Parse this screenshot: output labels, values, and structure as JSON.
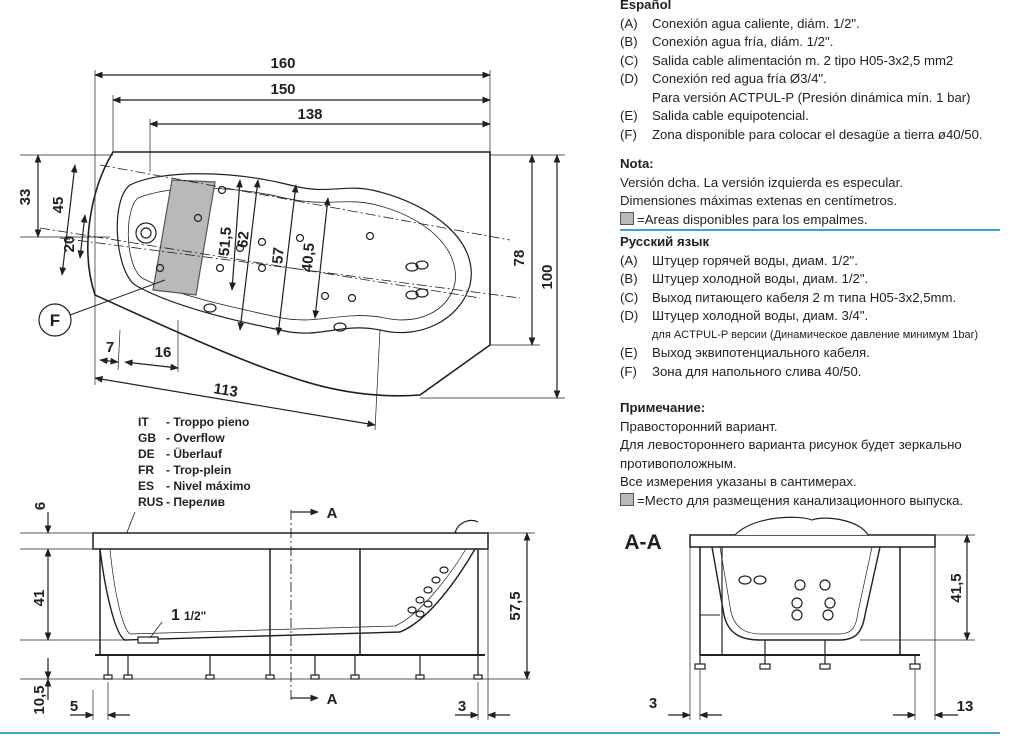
{
  "colors": {
    "accent_rule": "#3aa3d6",
    "area_fill": "#b9b9b9",
    "line": "#231f20"
  },
  "top_view": {
    "dims": {
      "w160": "160",
      "w150": "150",
      "w138": "138",
      "h33": "33",
      "h45": "45",
      "h20": "20",
      "d51_5": "51,5",
      "d62": "62",
      "d57": "57",
      "d40_5": "40,5",
      "h78": "78",
      "h100": "100",
      "d7": "7",
      "d16": "16",
      "d113": "113"
    },
    "callout_f": "F"
  },
  "overflow_legend": [
    {
      "code": "IT",
      "text": "- Troppo pieno"
    },
    {
      "code": "GB",
      "text": "- Overflow"
    },
    {
      "code": "DE",
      "text": "- Überlauf"
    },
    {
      "code": "FR",
      "text": "- Trop-plein"
    },
    {
      "code": "ES",
      "text": "- Nivel máximo"
    },
    {
      "code": "RUS",
      "text": "- Перелив"
    }
  ],
  "side_view": {
    "dims": {
      "h6": "6",
      "h41": "41",
      "h10_5": "10,5",
      "h57_5": "57,5",
      "w5": "5",
      "w3": "3"
    },
    "pipe_label_1": "1",
    "pipe_label_2": "1/2\"",
    "section_marker": "A"
  },
  "section_view": {
    "title": "A-A",
    "dims": {
      "h41_5": "41,5",
      "w3": "3",
      "w13": "13"
    }
  },
  "spanish": {
    "heading": "Español",
    "items": [
      {
        "key": "(A)",
        "text": "Conexión agua caliente, diám. 1/2\"."
      },
      {
        "key": "(B)",
        "text": "Conexión agua fría, diám. 1/2\"."
      },
      {
        "key": "(C)",
        "text": "Salida cable alimentación m. 2 tipo H05-3x2,5 mm2"
      },
      {
        "key": "(D)",
        "text": "Conexión red agua fría Ø3/4\"."
      },
      {
        "key": "",
        "text": "Para versión ACTPUL-P (Presión dinámica mín. 1 bar)"
      },
      {
        "key": "(E)",
        "text": "Salida cable equipotencial."
      },
      {
        "key": "(F)",
        "text": "Zona disponible para colocar el desagüe a tierra ø40/50."
      }
    ],
    "nota_heading": "Nota:",
    "nota_lines": [
      "Versión dcha. La versión izquierda es especular.",
      "Dimensiones máximas extenas en centímetros."
    ],
    "areas_note": "=Areas disponibles para los empalmes."
  },
  "russian": {
    "heading": "Русский язык",
    "items": [
      {
        "key": "(A)",
        "text": "Штуцер горячей воды, диам. 1/2\"."
      },
      {
        "key": "(B)",
        "text": "Штуцер холодной воды, диам. 1/2\"."
      },
      {
        "key": "(C)",
        "text": "Выход питающего кабеля 2 m типа H05-3x2,5mm."
      },
      {
        "key": "(D)",
        "text": "Штуцер холодной воды, диам. 3/4\"."
      },
      {
        "key": "",
        "text": "для ACTPUL-P версии (Динамическое давление минимум 1bar)"
      },
      {
        "key": "(E)",
        "text": "Выход эквипотенциального кабеля."
      },
      {
        "key": "(F)",
        "text": "Зона для напольного слива 40/50."
      }
    ],
    "nota_heading": "Примечание:",
    "nota_lines": [
      "Правосторонний вариант.",
      "Для левостороннего варианта рисунок будет зеркально противоположным.",
      "Все измерения указаны в сантимерах."
    ],
    "areas_note": "=Место для размещения канализационного выпуска."
  }
}
